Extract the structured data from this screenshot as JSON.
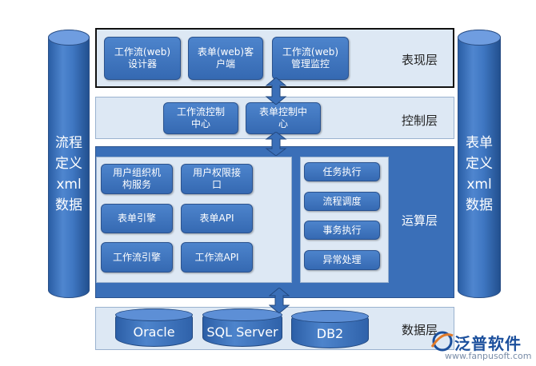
{
  "left_column": {
    "lines": [
      "流程",
      "定义",
      "xml",
      "数据"
    ]
  },
  "right_column": {
    "lines": [
      "表单",
      "定义",
      "xml",
      "数据"
    ]
  },
  "presentation": {
    "label": "表现层",
    "boxes": [
      "工作流(web)\n设计器",
      "表单(web)客\n户端",
      "工作流(web)\n管理监控"
    ]
  },
  "control": {
    "label": "控制层",
    "boxes": [
      "工作流控制\n中心",
      "表单控制中\n心"
    ]
  },
  "compute": {
    "label": "运算层",
    "left_boxes": [
      "用户组织机\n构服务",
      "用户权限接\n口",
      "表单引擎",
      "表单API",
      "工作流引擎",
      "工作流API"
    ],
    "right_boxes": [
      "任务执行",
      "流程调度",
      "事务执行",
      "异常处理"
    ]
  },
  "data": {
    "label": "数据层",
    "databases": [
      "Oracle",
      "SQL Server",
      "DB2"
    ]
  },
  "logo": {
    "name": "泛普软件",
    "url": "www.fanpusoft.com"
  },
  "colors": {
    "accent": "#3a6fb8",
    "layer_bg": "#dde8f4"
  }
}
